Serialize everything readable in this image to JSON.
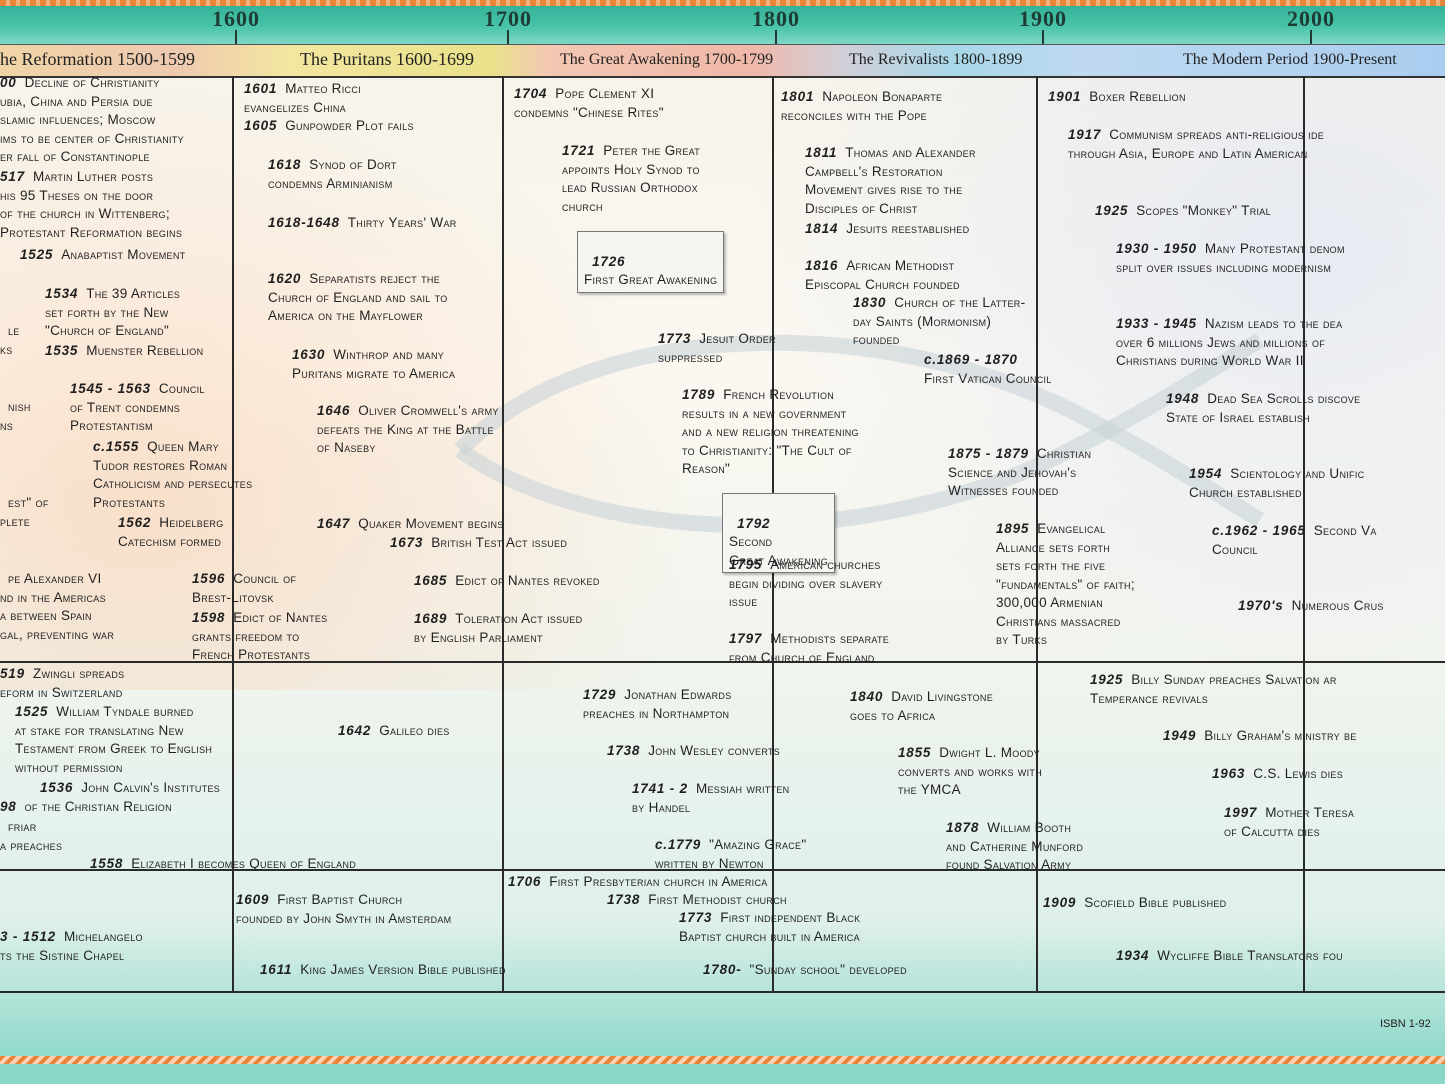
{
  "years": [
    "1600",
    "1700",
    "1800",
    "1900",
    "2000"
  ],
  "eras": [
    "he Reformation 1500-1599",
    "The Puritans 1600-1699",
    "The Great Awakening 1700-1799",
    "The Revivalists 1800-1899",
    "The Modern Period 1900-Present"
  ],
  "boxes": [
    {
      "year": "1726",
      "text": "First Great Awakening"
    },
    {
      "year": "1792",
      "text": "Second\nGreat Awakening"
    }
  ],
  "events": [
    {
      "year": "00",
      "text": "Decline of Christianity\nubia, China and Persia due\nslamic influences; Moscow\nims to be center of Christianity\ner fall of Constantinople"
    },
    {
      "year": "517",
      "text": "Martin Luther posts\nhis 95 Theses on the door\nof the church in Wittenberg;\nProtestant Reformation begins"
    },
    {
      "year": "1525",
      "text": "Anabaptist Movement"
    },
    {
      "year": "1534",
      "text": "The 39 Articles\nset forth by the New\n\"Church of England\""
    },
    {
      "year": "",
      "text": "le\nks"
    },
    {
      "year": "1535",
      "text": "Muenster Rebellion"
    },
    {
      "year": "1545 - 1563",
      "text": "Council\nof Trent condemns\nProtestantism"
    },
    {
      "year": "",
      "text": "nish\nns"
    },
    {
      "year": "c.1555",
      "text": "Queen Mary\nTudor restores Roman\nCatholicism and persecutes\nProtestants"
    },
    {
      "year": "",
      "text": "est\" of\nplete"
    },
    {
      "year": "1562",
      "text": "Heidelberg\nCatechism formed"
    },
    {
      "year": "",
      "text": "pe Alexander VI\nnd in the Americas\na between Spain\ngal, preventing war"
    },
    {
      "year": "1601",
      "text": "Matteo Ricci\nevangelizes China"
    },
    {
      "year": "1605",
      "text": "Gunpowder Plot fails"
    },
    {
      "year": "1618",
      "text": "Synod of Dort\ncondemns Arminianism"
    },
    {
      "year": "1618-1648",
      "text": "Thirty Years' War"
    },
    {
      "year": "1620",
      "text": "Separatists reject the\nChurch of England and sail to\nAmerica on the Mayflower"
    },
    {
      "year": "1630",
      "text": "Winthrop and many\nPuritans migrate to America"
    },
    {
      "year": "1646",
      "text": "Oliver Cromwell's army\ndefeats the King at the Battle\nof Naseby"
    },
    {
      "year": "1647",
      "text": "Quaker Movement begins"
    },
    {
      "year": "1673",
      "text": "British Test Act issued"
    },
    {
      "year": "1596",
      "text": "Council of\nBrest-Litovsk"
    },
    {
      "year": "1598",
      "text": "Edict of Nantes\ngrants freedom to\nFrench Protestants"
    },
    {
      "year": "1685",
      "text": "Edict of Nantes revoked"
    },
    {
      "year": "1689",
      "text": "Toleration Act issued\nby English Parliament"
    },
    {
      "year": "1704",
      "text": "Pope Clement XI\ncondemns \"Chinese Rites\""
    },
    {
      "year": "1721",
      "text": "Peter the Great\nappoints Holy Synod to\nlead Russian Orthodox\nchurch"
    },
    {
      "year": "1773",
      "text": "Jesuit Order\nsuppressed"
    },
    {
      "year": "1789",
      "text": "French Revolution\nresults in a new government\nand a new religion threatening\nto Christianity: \"The Cult of\nReason\""
    },
    {
      "year": "1795",
      "text": "American churches\nbegin dividing over slavery\nissue"
    },
    {
      "year": "1797",
      "text": "Methodists separate\nfrom Church of England"
    },
    {
      "year": "1801",
      "text": "Napoleon Bonaparte\nreconciles with the Pope"
    },
    {
      "year": "1811",
      "text": "Thomas and Alexander\nCampbell's Restoration\nMovement gives rise to the\nDisciples of Christ"
    },
    {
      "year": "1814",
      "text": "Jesuits reestablished"
    },
    {
      "year": "1816",
      "text": "African Methodist\nEpiscopal Church founded"
    },
    {
      "year": "1830",
      "text": "Church of the Latter-\nday Saints (Mormonism)\nfounded"
    },
    {
      "year": "c.1869 - 1870",
      "text": "\nFirst Vatican Council"
    },
    {
      "year": "1875 - 1879",
      "text": "Christian\nScience and Jehovah's\nWitnesses founded"
    },
    {
      "year": "1895",
      "text": "Evangelical\nAlliance sets forth\nsets forth the five\n\"fundamentals\" of faith;\n300,000 Armenian\nChristians massacred\nby Turks"
    },
    {
      "year": "1901",
      "text": "Boxer Rebellion"
    },
    {
      "year": "1917",
      "text": "Communism spreads anti-religious ide\nthrough Asia, Europe and Latin American"
    },
    {
      "year": "1925",
      "text": "Scopes \"Monkey\" Trial"
    },
    {
      "year": "1930 - 1950",
      "text": "Many Protestant denom\nsplit over issues including modernism"
    },
    {
      "year": "1933 - 1945",
      "text": "Nazism leads to the dea\nover 6 millions Jews and millions of\nChristians during World War II"
    },
    {
      "year": "1948",
      "text": "Dead Sea Scrolls discove\nState of Israel establish"
    },
    {
      "year": "1954",
      "text": "Scientology and Unific\nChurch established"
    },
    {
      "year": "c.1962 - 1965",
      "text": "Second Va\nCouncil"
    },
    {
      "year": "1970's",
      "text": "Numerous Crus"
    },
    {
      "year": "519",
      "text": "Zwingli spreads\neform in Switzerland"
    },
    {
      "year": "1525",
      "text": "William Tyndale burned\nat stake for translating New\nTestament from Greek to English\nwithout permission"
    },
    {
      "year": "1536",
      "text": "John Calvin's Institutes"
    },
    {
      "year": "98",
      "text": "of the Christian Religion"
    },
    {
      "year": "",
      "text": "friar\na preaches"
    },
    {
      "year": "1558",
      "text": "Elizabeth I becomes Queen of England"
    },
    {
      "year": "1642",
      "text": "Galileo dies"
    },
    {
      "year": "1729",
      "text": "Jonathan Edwards\npreaches in Northampton"
    },
    {
      "year": "1738",
      "text": "John Wesley converts"
    },
    {
      "year": "1741 - 2",
      "text": "Messiah written\nby Handel"
    },
    {
      "year": "c.1779",
      "text": "\"Amazing Grace\"\nwritten by Newton"
    },
    {
      "year": "1840",
      "text": "David Livingstone\ngoes to Africa"
    },
    {
      "year": "1855",
      "text": "Dwight L. Moody\nconverts and works with\nthe YMCA"
    },
    {
      "year": "1878",
      "text": "William Booth\nand Catherine Munford\nfound Salvation Army"
    },
    {
      "year": "1925",
      "text": "Billy Sunday preaches Salvation ar\nTemperance revivals"
    },
    {
      "year": "1949",
      "text": "Billy Graham's ministry be"
    },
    {
      "year": "1963",
      "text": "C.S. Lewis dies"
    },
    {
      "year": "1997",
      "text": "Mother Teresa\nof Calcutta dies"
    },
    {
      "year": "3 - 1512",
      "text": "Michelangelo\nts the Sistine Chapel"
    },
    {
      "year": "1609",
      "text": "First Baptist Church\nfounded by John Smyth in Amsterdam"
    },
    {
      "year": "1611",
      "text": "King James Version Bible published"
    },
    {
      "year": "1706",
      "text": "First Presbyterian church in America"
    },
    {
      "year": "1738",
      "text": "First Methodist church"
    },
    {
      "year": "1773",
      "text": "First independent Black\nBaptist church built in America"
    },
    {
      "year": "1780-",
      "text": "\"Sunday school\" developed"
    },
    {
      "year": "1909",
      "text": "Scofield Bible published"
    },
    {
      "year": "1934",
      "text": "Wycliffe Bible Translators fou"
    }
  ],
  "isbn": "ISBN 1-92"
}
